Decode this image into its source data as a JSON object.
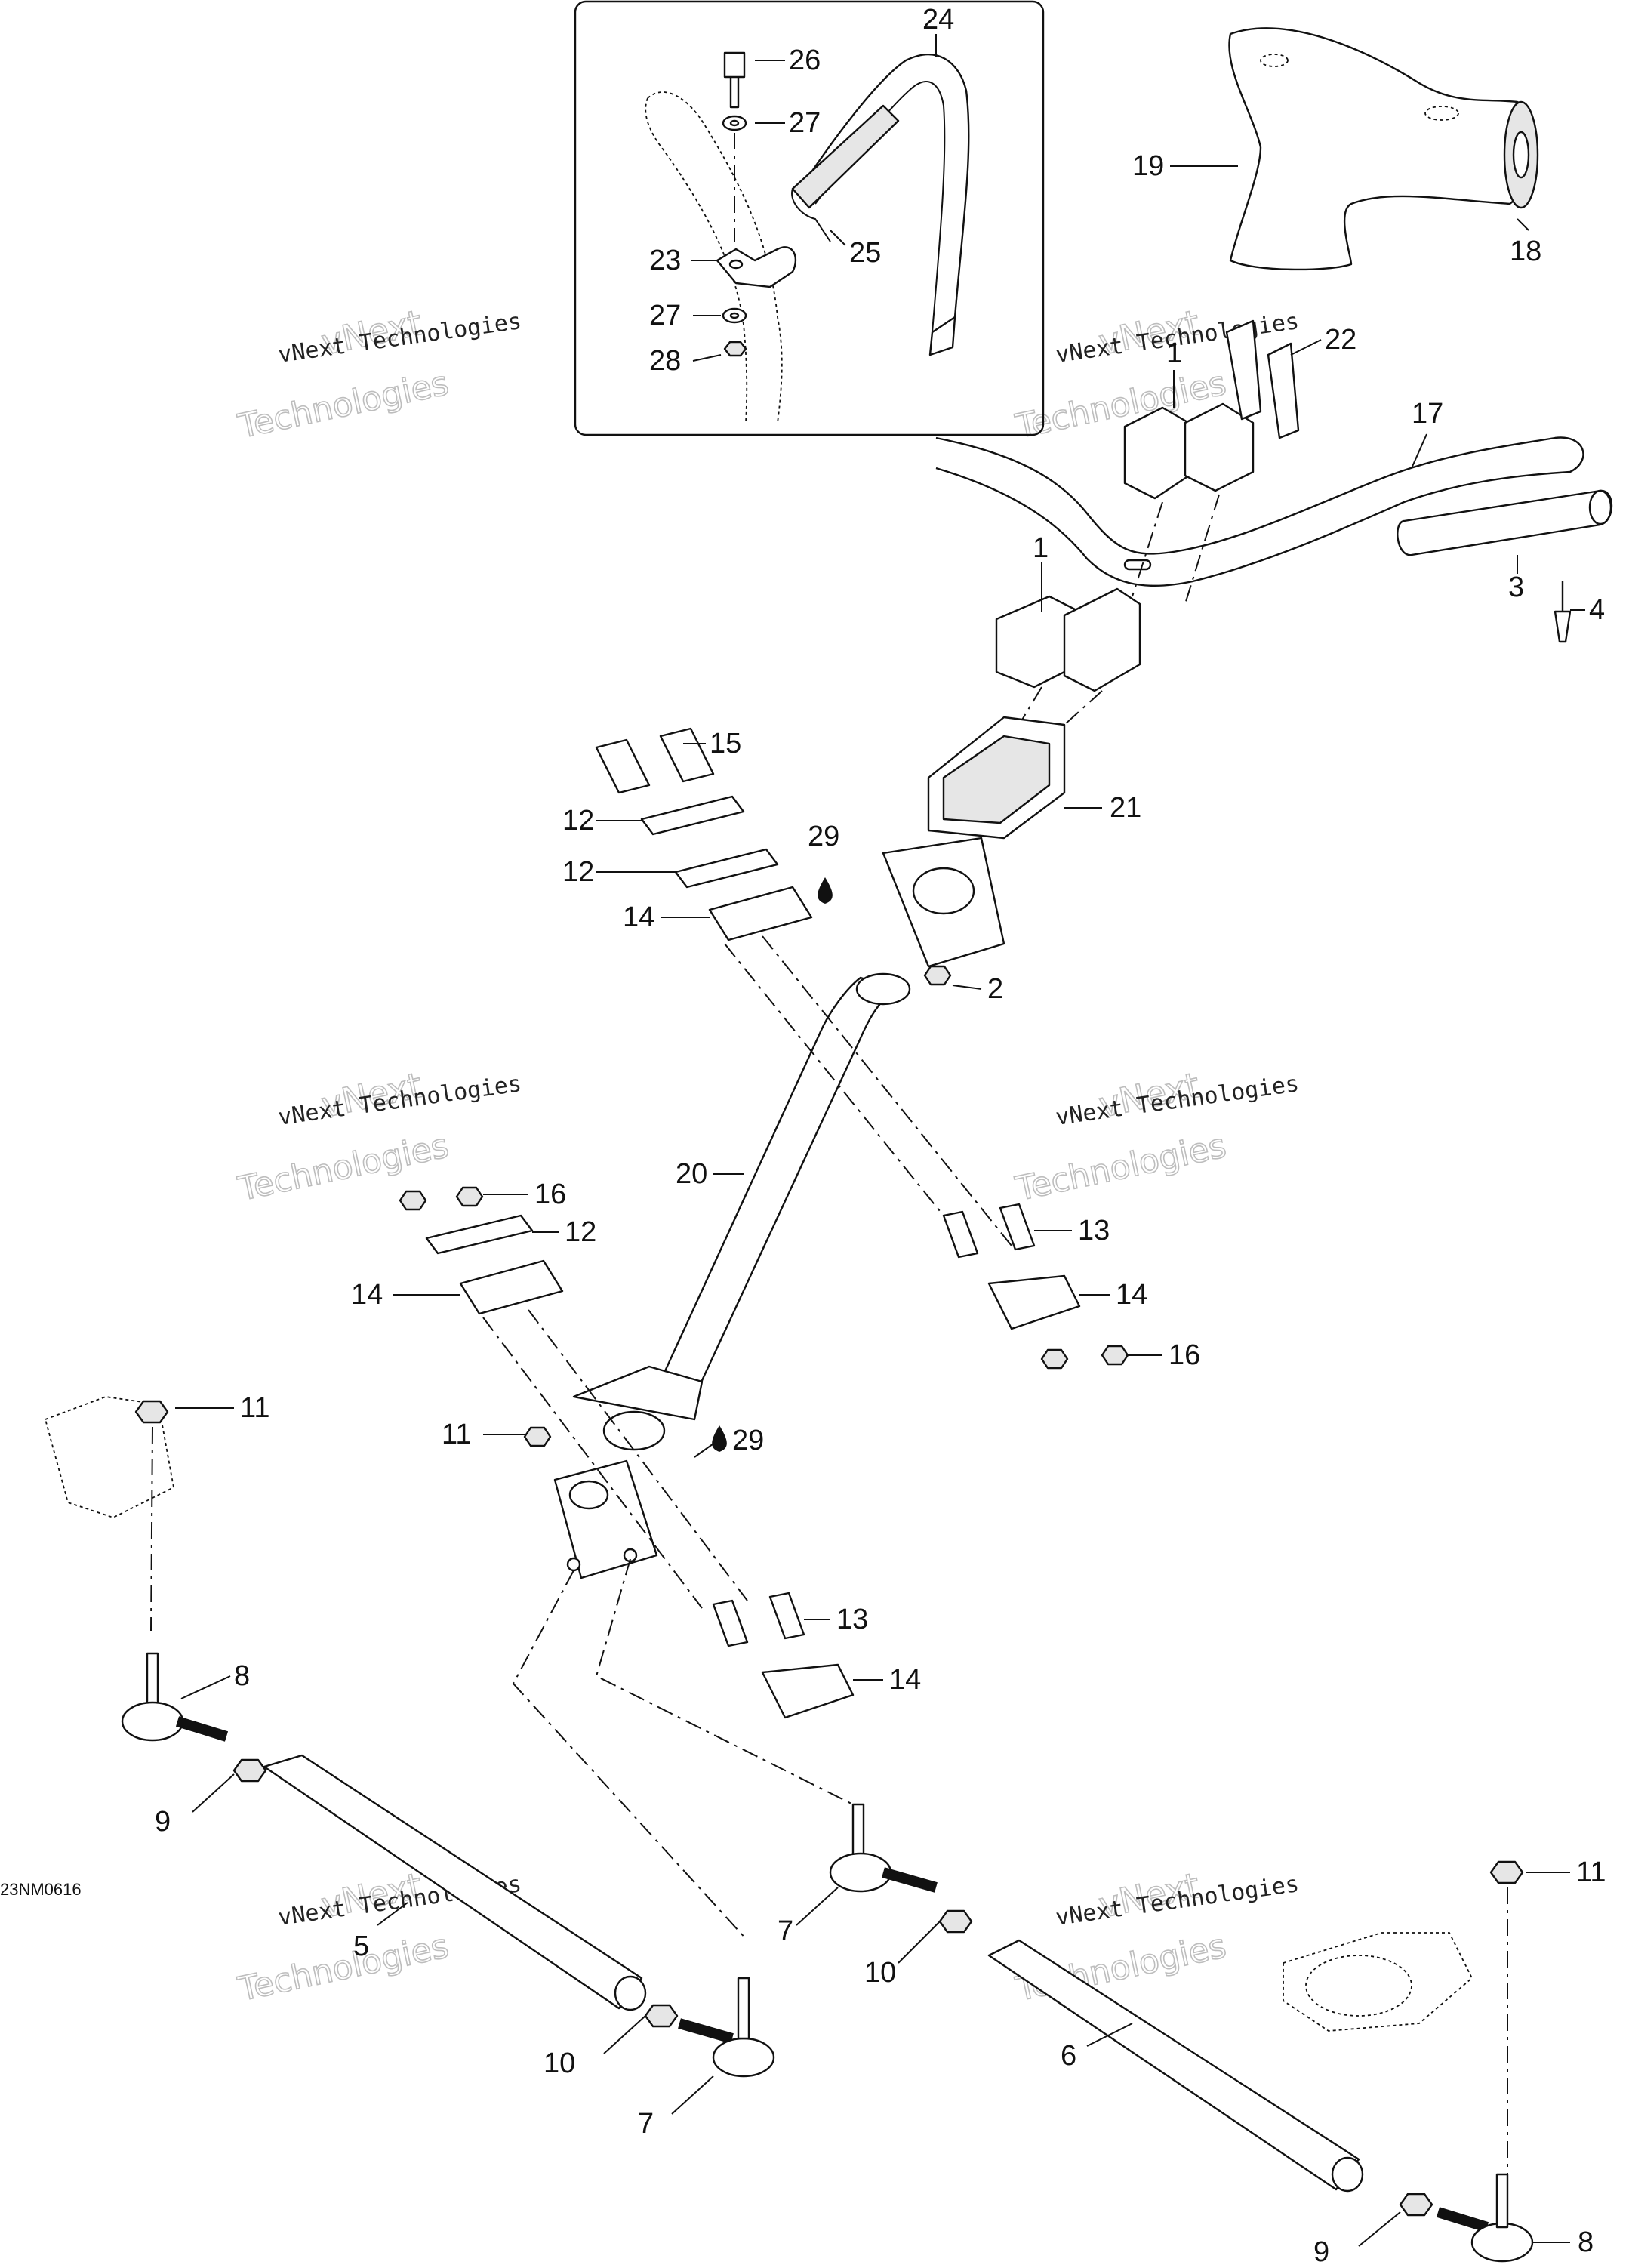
{
  "diagram_code": "23NM0616",
  "watermark": {
    "company": "vNext Technologies",
    "word1": "vNext",
    "word2": "Technologies"
  },
  "oil_drop_icon": "oil-drop-icon",
  "callouts": [
    {
      "id": "c26",
      "label": "26"
    },
    {
      "id": "c24",
      "label": "24"
    },
    {
      "id": "c27a",
      "label": "27"
    },
    {
      "id": "c23",
      "label": "23"
    },
    {
      "id": "c25",
      "label": "25"
    },
    {
      "id": "c27b",
      "label": "27"
    },
    {
      "id": "c28",
      "label": "28"
    },
    {
      "id": "c19",
      "label": "19"
    },
    {
      "id": "c18",
      "label": "18"
    },
    {
      "id": "c22",
      "label": "22"
    },
    {
      "id": "c1a",
      "label": "1"
    },
    {
      "id": "c17",
      "label": "17"
    },
    {
      "id": "c1b",
      "label": "1"
    },
    {
      "id": "c3",
      "label": "3"
    },
    {
      "id": "c4",
      "label": "4"
    },
    {
      "id": "c15",
      "label": "15"
    },
    {
      "id": "c12a",
      "label": "12"
    },
    {
      "id": "c29a",
      "label": "29"
    },
    {
      "id": "c21",
      "label": "21"
    },
    {
      "id": "c12b",
      "label": "12"
    },
    {
      "id": "c14a",
      "label": "14"
    },
    {
      "id": "c2",
      "label": "2"
    },
    {
      "id": "c20",
      "label": "20"
    },
    {
      "id": "c16a",
      "label": "16"
    },
    {
      "id": "c12c",
      "label": "12"
    },
    {
      "id": "c13a",
      "label": "13"
    },
    {
      "id": "c14b",
      "label": "14"
    },
    {
      "id": "c14c",
      "label": "14"
    },
    {
      "id": "c16b",
      "label": "16"
    },
    {
      "id": "c11a",
      "label": "11"
    },
    {
      "id": "c11b",
      "label": "11"
    },
    {
      "id": "c29b",
      "label": "29"
    },
    {
      "id": "c13b",
      "label": "13"
    },
    {
      "id": "c14d",
      "label": "14"
    },
    {
      "id": "c8a",
      "label": "8"
    },
    {
      "id": "c9a",
      "label": "9"
    },
    {
      "id": "c7a",
      "label": "7"
    },
    {
      "id": "c10a",
      "label": "10"
    },
    {
      "id": "c11c",
      "label": "11"
    },
    {
      "id": "c5",
      "label": "5"
    },
    {
      "id": "c10b",
      "label": "10"
    },
    {
      "id": "c7b",
      "label": "7"
    },
    {
      "id": "c6",
      "label": "6"
    },
    {
      "id": "c9b",
      "label": "9"
    },
    {
      "id": "c8b",
      "label": "8"
    }
  ]
}
